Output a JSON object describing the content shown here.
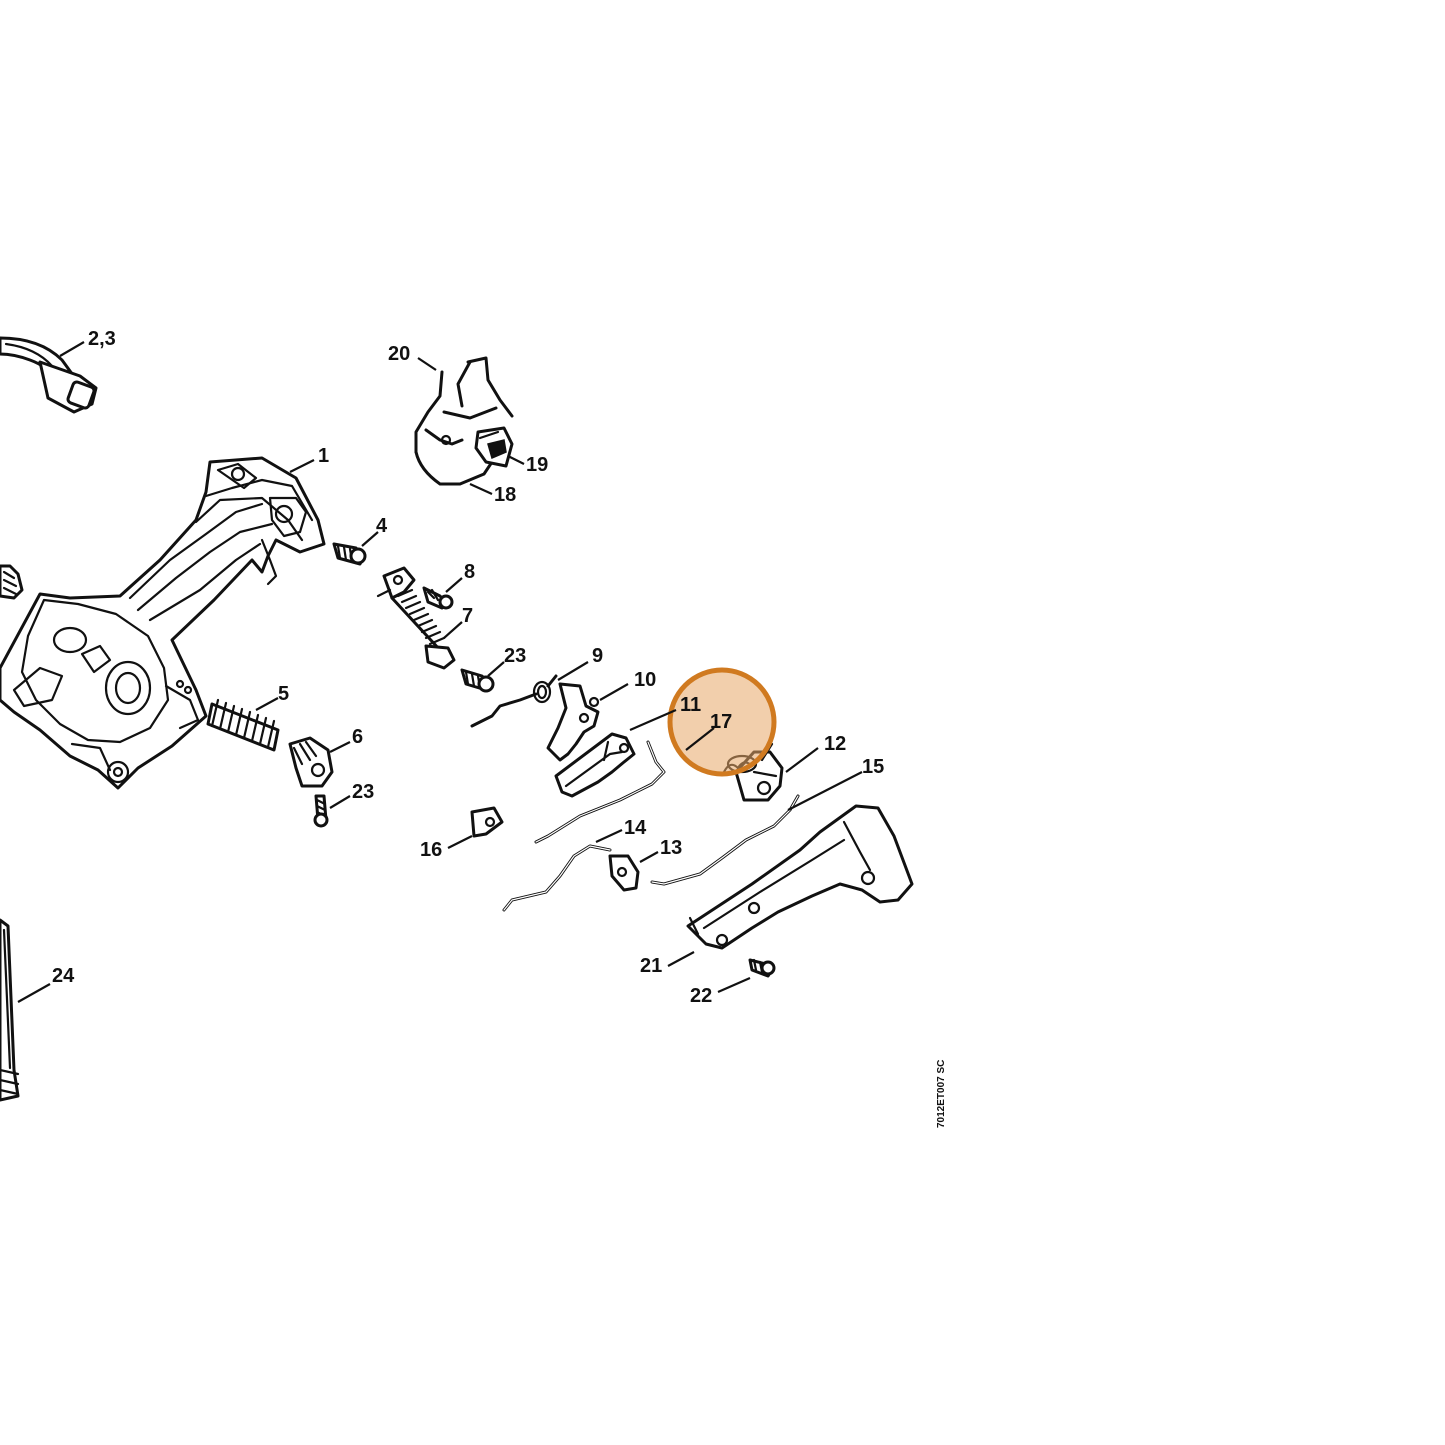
{
  "diagram": {
    "drawing_code": "7012ET007 SC",
    "highlight": {
      "color": "#d07a20",
      "fill": "#e8a868",
      "target": "17"
    },
    "callouts": [
      {
        "id": "2,3"
      },
      {
        "id": "1"
      },
      {
        "id": "4"
      },
      {
        "id": "5"
      },
      {
        "id": "6"
      },
      {
        "id": "7"
      },
      {
        "id": "8"
      },
      {
        "id": "9"
      },
      {
        "id": "10"
      },
      {
        "id": "11"
      },
      {
        "id": "12"
      },
      {
        "id": "13"
      },
      {
        "id": "14"
      },
      {
        "id": "15"
      },
      {
        "id": "16"
      },
      {
        "id": "17"
      },
      {
        "id": "18"
      },
      {
        "id": "19"
      },
      {
        "id": "20"
      },
      {
        "id": "21"
      },
      {
        "id": "22"
      },
      {
        "id": "23"
      },
      {
        "id": "23"
      },
      {
        "id": "24"
      }
    ]
  }
}
